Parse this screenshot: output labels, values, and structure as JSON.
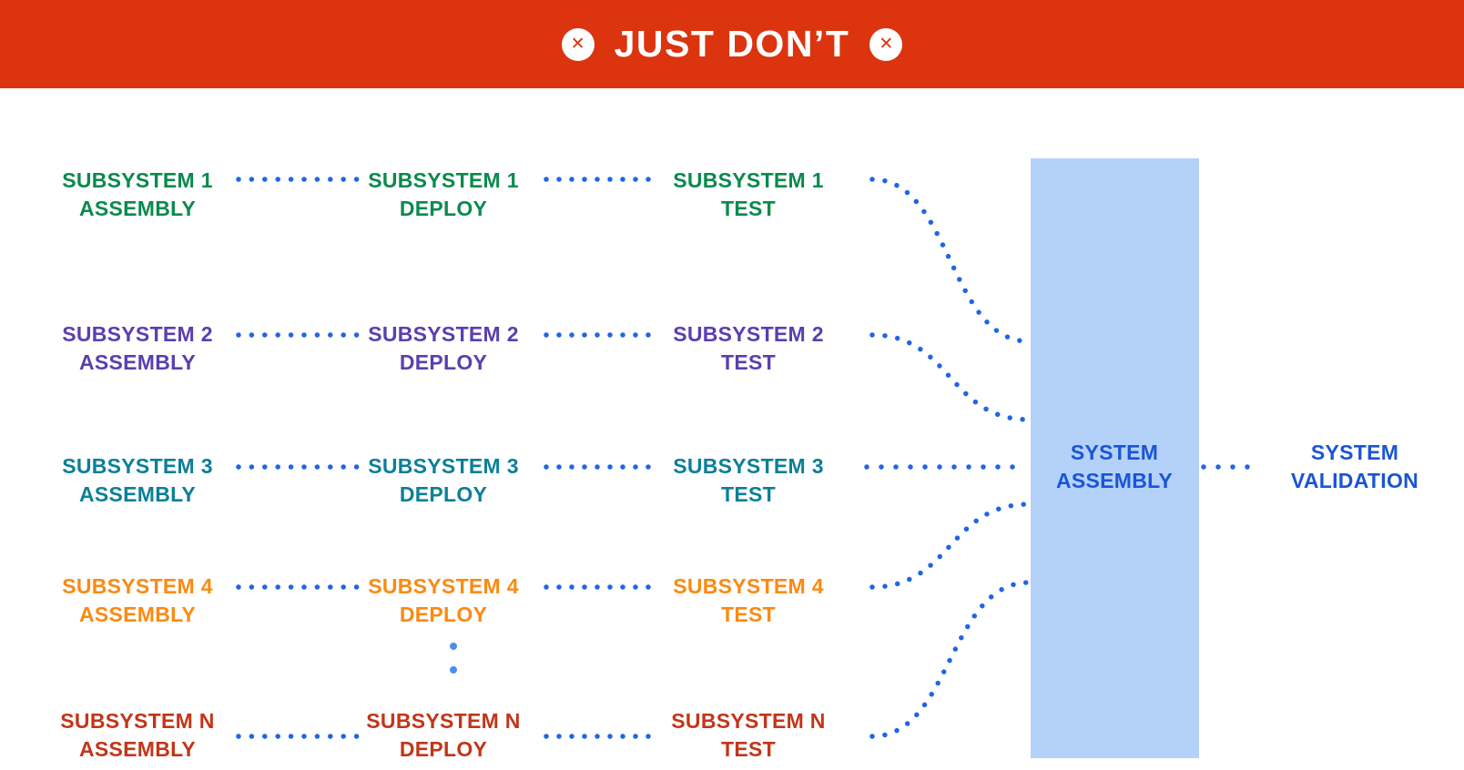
{
  "banner": {
    "title": "JUST DON’T",
    "icon": "x-circle",
    "icon_glyph": "✕"
  },
  "colors": {
    "banner_bg": "#DB340F",
    "banner_text": "#FFFFFF",
    "dot_blue": "#2065E8",
    "ellipsis_blue": "#4C8DF5",
    "assembly_box_fill": "#B4D1FA",
    "system_text_blue": "#1A55D6"
  },
  "diagram": {
    "rows": [
      {
        "name": "SUBSYSTEM 1",
        "color": "#0A8A4E",
        "stages": [
          "ASSEMBLY",
          "DEPLOY",
          "TEST"
        ]
      },
      {
        "name": "SUBSYSTEM 2",
        "color": "#5A3FB0",
        "stages": [
          "ASSEMBLY",
          "DEPLOY",
          "TEST"
        ]
      },
      {
        "name": "SUBSYSTEM 3",
        "color": "#0C7F99",
        "stages": [
          "ASSEMBLY",
          "DEPLOY",
          "TEST"
        ]
      },
      {
        "name": "SUBSYSTEM 4",
        "color": "#FB8A12",
        "stages": [
          "ASSEMBLY",
          "DEPLOY",
          "TEST"
        ]
      },
      {
        "name": "SUBSYSTEM N",
        "color": "#C23619",
        "stages": [
          "ASSEMBLY",
          "DEPLOY",
          "TEST"
        ]
      }
    ],
    "system_assembly": {
      "line1": "SYSTEM",
      "line2": "ASSEMBLY"
    },
    "system_validation": {
      "line1": "SYSTEM",
      "line2": "VALIDATION"
    }
  }
}
